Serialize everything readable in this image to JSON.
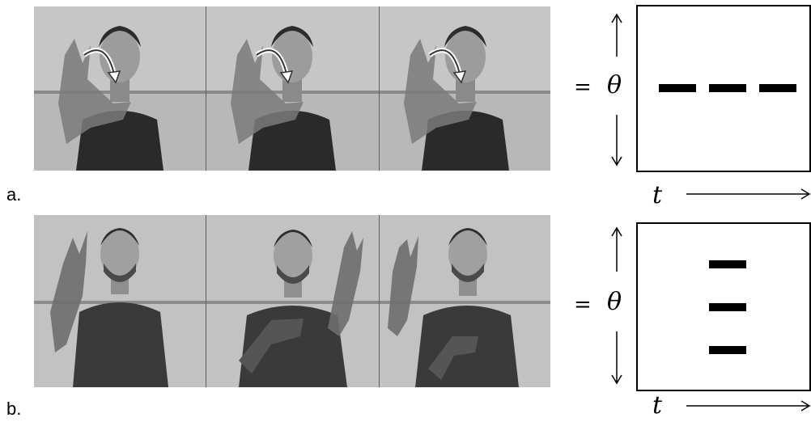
{
  "figure": {
    "row_a": {
      "label": "a.",
      "frames": 3,
      "equals": "=",
      "theta": "θ",
      "t": "t",
      "pattern": "horizontal-dashes-same-theta-over-time"
    },
    "row_b": {
      "label": "b.",
      "frames": 3,
      "equals": "=",
      "theta": "θ",
      "t": "t",
      "pattern": "stacked-dashes-varying-theta"
    }
  }
}
